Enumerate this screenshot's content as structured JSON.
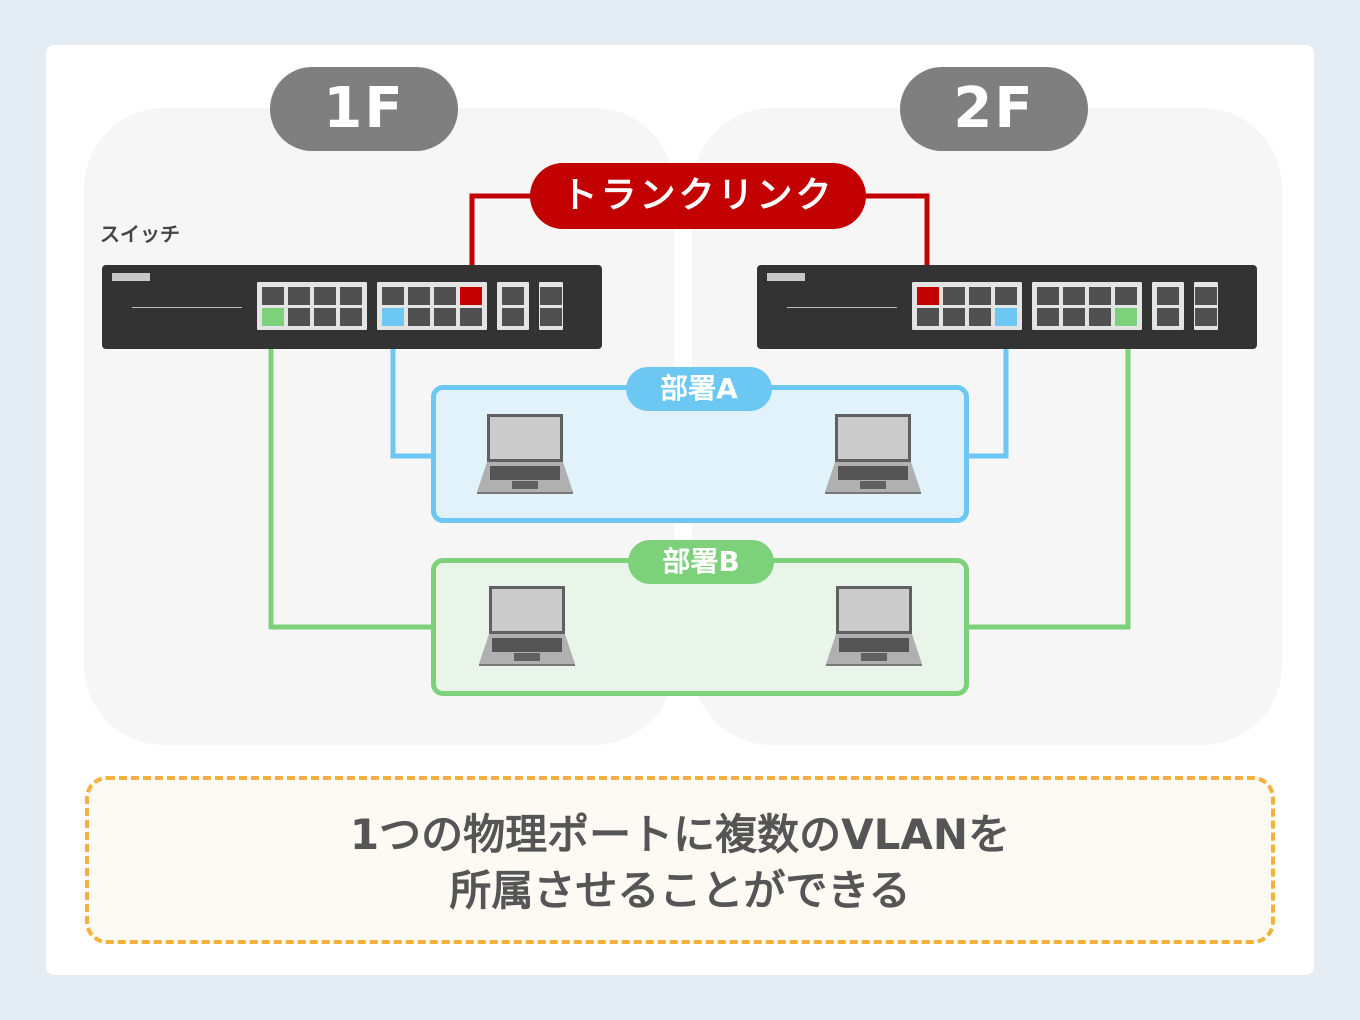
{
  "floors": [
    {
      "label": "1F"
    },
    {
      "label": "2F"
    }
  ],
  "switch_caption": "スイッチ",
  "trunk_link": {
    "label": "トランクリンク",
    "color": "#c30000"
  },
  "networks": [
    {
      "label": "部署A",
      "color": "#6cc8f2",
      "fill": "#e1f2fa"
    },
    {
      "label": "部署B",
      "color": "#7dd17a",
      "fill": "#e9f5e8"
    }
  ],
  "note": {
    "line1": "1つの物理ポートに複数のVLANを",
    "line2": "所属させることができる",
    "border_color": "#f8b03c"
  },
  "icons": {
    "switch": "network-switch-icon",
    "laptop": "laptop-icon"
  }
}
